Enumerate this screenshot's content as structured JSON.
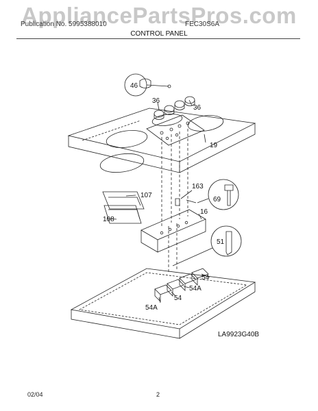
{
  "watermark": "AppliancePartsPros.com",
  "header": {
    "left": "Publication No. 5995388010",
    "right": "FEC30S6A",
    "section_title": "CONTROL PANEL"
  },
  "parts": {
    "p46": "46",
    "p36a": "36",
    "p36b": "36",
    "p19": "19",
    "p163": "163",
    "p69": "69",
    "p107": "107",
    "p108": "108",
    "p16": "16",
    "p51": "51",
    "p54a": "54",
    "p54b": "54",
    "p54A_a": "54A",
    "p54A_b": "54A"
  },
  "diagram_ref": "LA9923G40B",
  "footer": {
    "date": "02/04",
    "page": "2"
  }
}
